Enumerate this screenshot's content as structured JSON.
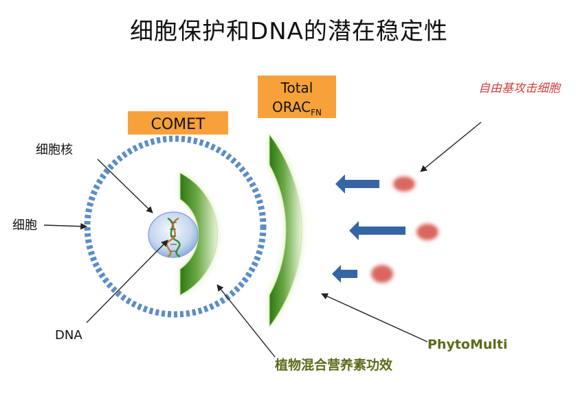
{
  "title": "细胞保护和DNA的潜在稳定性",
  "labels": {
    "comet": "COMET",
    "total_line1": "Total",
    "total_line2_main": "ORAC",
    "total_line2_sub": "FN",
    "free_radical": "自由基攻击细胞",
    "nucleus": "细胞核",
    "cell": "细胞",
    "dna": "DNA",
    "phytomulti": "PhytoMulti",
    "plant_mix": "植物混合营养素功效"
  },
  "colors": {
    "orange": "#f7a13a",
    "green_dark": "#2e7a12",
    "green_light": "#e3f1d2",
    "blue_arrow": "#3565a5",
    "dash_blue": "#5b8dc6",
    "radical": "#d9665f",
    "olive_text": "#5b6a1a",
    "red_text": "#d14040"
  }
}
